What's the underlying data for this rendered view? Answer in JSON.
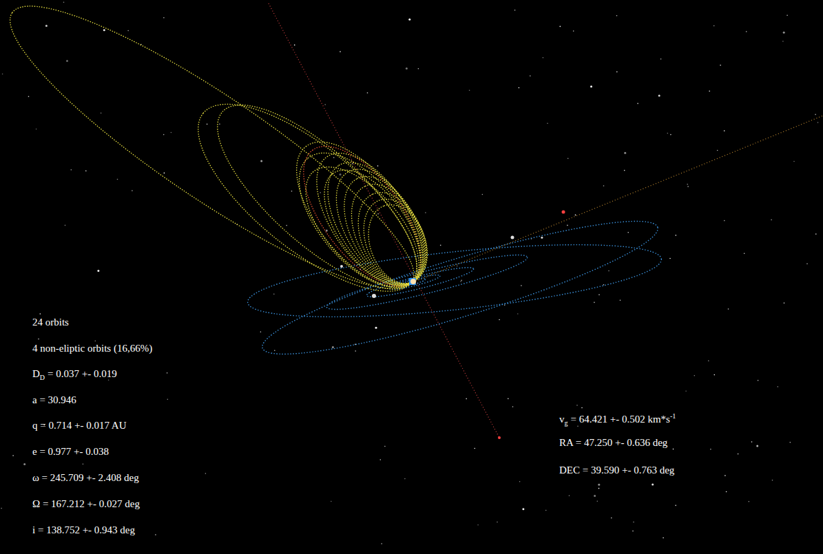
{
  "diagram": {
    "labels": [
      "24 orbits",
      "4 non-eliptic orbits (16,66%)",
      "D",
      "D",
      "= 0.037 +- 0.019",
      "a = 30.946",
      "q = 0.714 +- 0.017 AU",
      "e = 0.977 +- 0.038",
      "ω = 245.709 +- 2.408 deg",
      "Ω = 167.212 +- 0.027 deg",
      "i = 138.752 +- 0.943 deg",
      "v",
      "g",
      "= 64.421 +- 0.502 km*s",
      "-1",
      "RA = 47.250 +- 0.636 deg",
      "DEC = 39.590 +- 0.763 deg"
    ]
  }
}
